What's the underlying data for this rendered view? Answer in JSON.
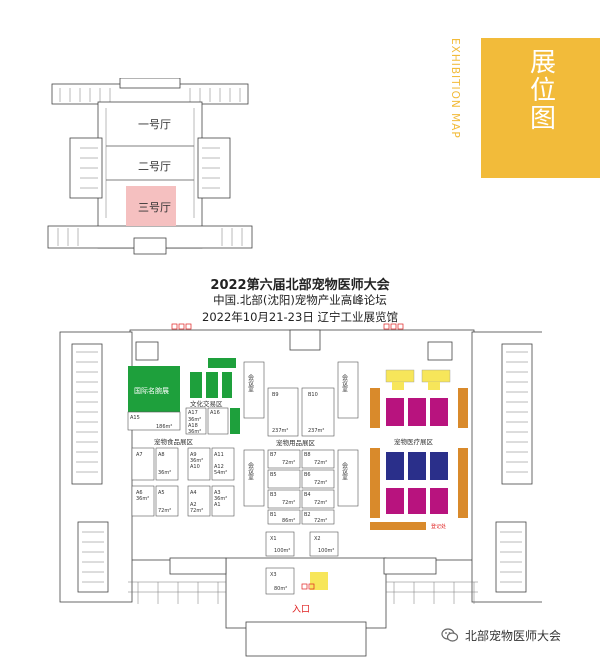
{
  "header": {
    "title_cn": "展位图",
    "title_en": "EXHIBITION MAP"
  },
  "overview_map": {
    "halls": [
      {
        "id": "hall-1",
        "label": "一号厅",
        "highlight": false
      },
      {
        "id": "hall-2",
        "label": "二号厅",
        "highlight": false
      },
      {
        "id": "hall-3",
        "label": "三号厅",
        "highlight": true
      }
    ],
    "highlight_color": "#f5c0c0"
  },
  "event": {
    "title": "2022第六届北部宠物医师大会",
    "subtitle": "中国.北部(沈阳)宠物产业高峰论坛",
    "date_venue": "2022年10月21-23日  辽宁工业展览馆"
  },
  "floor_plan": {
    "zones": {
      "international": "国际名腕展",
      "culture": "文化交易区",
      "food": "宠物食品展区",
      "supplies": "宠物用品展区",
      "medical": "宠物医疗展区",
      "meeting_a": "会议室",
      "meeting_b": "会议室",
      "meeting_c": "会议室",
      "meeting_d": "会议室",
      "entrance": "入口"
    },
    "booths": {
      "a15": "A15",
      "a16": "A16",
      "a17": "A17",
      "a18": "A18",
      "a9": "A9",
      "a10": "A10",
      "a11": "A11",
      "a12": "A12",
      "a8": "A8",
      "a7": "A7",
      "a6": "A6",
      "a5": "A5",
      "a4": "A4",
      "a3": "A3",
      "a2": "A2",
      "a1": "A1",
      "b9": "B9",
      "b10": "B10",
      "b7": "B7",
      "b8": "B8",
      "b5": "B5",
      "b6": "B6",
      "b3": "B3",
      "b4": "B4",
      "b1": "B1",
      "b2": "B2",
      "x1": "X1",
      "x2": "X2",
      "x3": "X3"
    },
    "areas": {
      "a15": "186m²",
      "a17": "36m²",
      "a18": "36m²",
      "a12": "54m²",
      "a9": "36m²",
      "a8": "36m²",
      "a6": "36m²",
      "a5": "72m²",
      "a3": "36m²",
      "a2": "72m²",
      "b10": "237m²",
      "b9": "237m²",
      "b7": "72m²",
      "b8": "72m²",
      "b6": "72m²",
      "b3": "72m²",
      "b4": "72m²",
      "b1": "86m²",
      "b2": "72m²",
      "x1": "100m²",
      "x2": "100m²",
      "x3": "80m²"
    },
    "service_note": "登记处",
    "colors": {
      "green": "#1ea03c",
      "purple": "#b8137e",
      "navy": "#2a2f8a",
      "orange": "#d98a2b",
      "yellow": "#f7e65a",
      "red": "#e02020"
    }
  },
  "footer": {
    "credit": "北部宠物医师大会",
    "credit_icon": "wechat-icon"
  }
}
